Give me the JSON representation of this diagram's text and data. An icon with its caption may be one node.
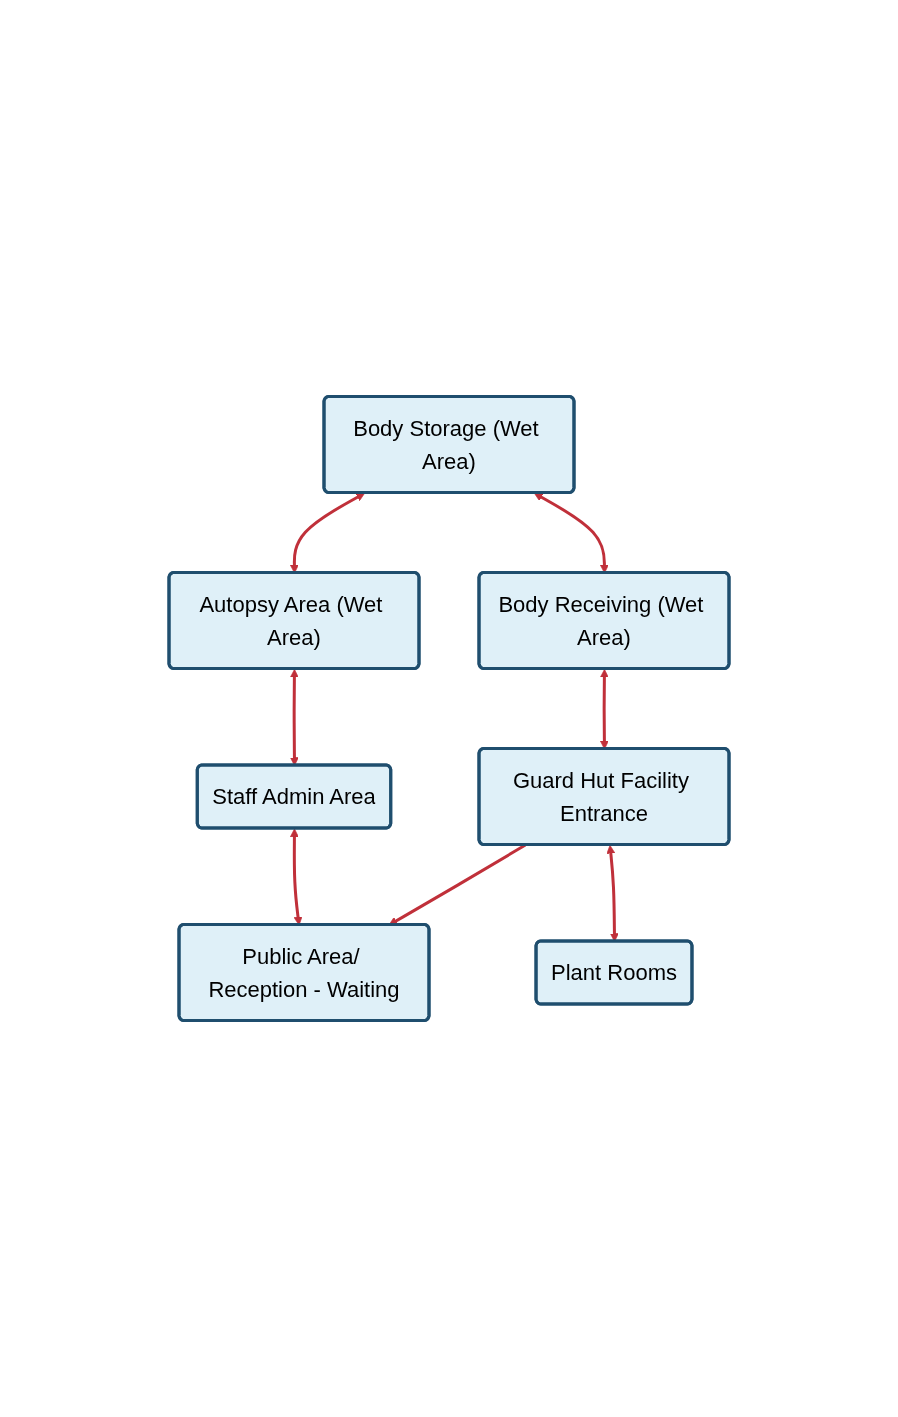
{
  "diagram": {
    "nodes": [
      {
        "text": [
          "Plant Rooms"
        ]
      },
      {
        "text": [
          "Body Storage (Wet Area)"
        ]
      },
      {
        "text": [
          "Autopsy Area (Wet Area)"
        ]
      },
      {
        "text": [
          "Body Receiving (Wet Area)"
        ]
      },
      {
        "text": [
          "Staff Admin Area"
        ]
      },
      {
        "text": [
          "Public Area/ Reception - Waiting"
        ]
      },
      {
        "text": [
          "Guard Hut Facility Entrance"
        ]
      }
    ],
    "edges": [
      {
        "from": 6,
        "to": 0,
        "arrow": "both"
      },
      {
        "from": 1,
        "to": 2,
        "arrow": "both"
      },
      {
        "from": 1,
        "to": 3,
        "arrow": "both"
      },
      {
        "from": 2,
        "to": 4,
        "arrow": "both"
      },
      {
        "from": 4,
        "to": 5,
        "arrow": "both"
      },
      {
        "from": 3,
        "to": 6,
        "arrow": "both"
      },
      {
        "from": 6,
        "to": 5,
        "arrow": "to"
      }
    ]
  }
}
